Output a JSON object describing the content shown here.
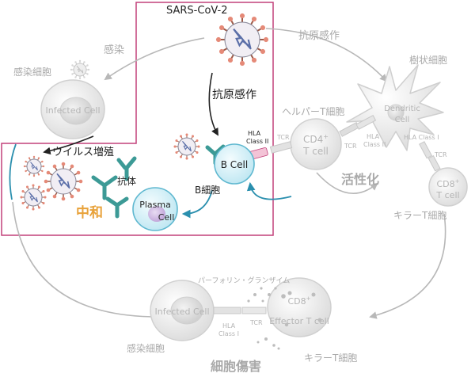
{
  "virus": {
    "name": "SARS-CoV-2"
  },
  "labels": {
    "infection": "感染",
    "infected_cell_jp": "感染細胞",
    "antigen_presentation_center": "抗原感作",
    "antigen_presentation_right": "抗原感作",
    "dendritic_cell_jp": "樹状細胞",
    "helper_t_jp": "ヘルパーT細胞",
    "activation": "活性化",
    "killer_t_jp_right": "キラーT細胞",
    "virus_replication": "ウイルス増殖",
    "antibody": "抗体",
    "neutralization": "中和",
    "b_cell_jp": "B細胞",
    "perforin": "パーフォリン・グランザイム",
    "infected_cell_jp_bottom": "感染細胞",
    "killer_t_jp_bottom": "キラーT細胞",
    "cytotoxicity": "細胞傷害"
  },
  "cells": {
    "infected_top": "Infected Cell",
    "infected_bottom": "Infected Cell",
    "dendritic_line1": "Dendritic",
    "dendritic_line2": "Cell",
    "cd4_line1": "CD4",
    "cd4_sup": "+",
    "cd4_line2": "T cell",
    "cd8_line1": "CD8",
    "cd8_sup": "+",
    "cd8_line2": "T cell",
    "b_cell": "B Cell",
    "plasma_line1": "Plasma",
    "plasma_line2": "Cell",
    "effector_line1": "CD8",
    "effector_sup": "+",
    "effector_line2": "Effector T cell"
  },
  "receptors": {
    "hla_class_ii_b_line1": "HLA",
    "hla_class_ii_b_line2": "Class II",
    "tcr_cd4_left": "TCR",
    "tcr_cd4_right": "TCR",
    "hla_class_ii_dc_line1": "HLA",
    "hla_class_ii_dc_line2": "Class II",
    "hla_class_i_dc": "HLA Class I",
    "tcr_cd8": "TCR",
    "hla_class_i_bottom_line1": "HLA",
    "hla_class_i_bottom_line2": "Class I",
    "tcr_bottom": "TCR"
  },
  "colors": {
    "highlight_border": "#c2407a",
    "neutralization_orange": "#e8a23a",
    "cell_blue_fill": "#d9f1f7",
    "cell_blue_stroke": "#5fb8d0",
    "antibody_teal": "#3c9a96",
    "arrow_blue": "#2a8fae",
    "gray": "#b8b8b8"
  }
}
